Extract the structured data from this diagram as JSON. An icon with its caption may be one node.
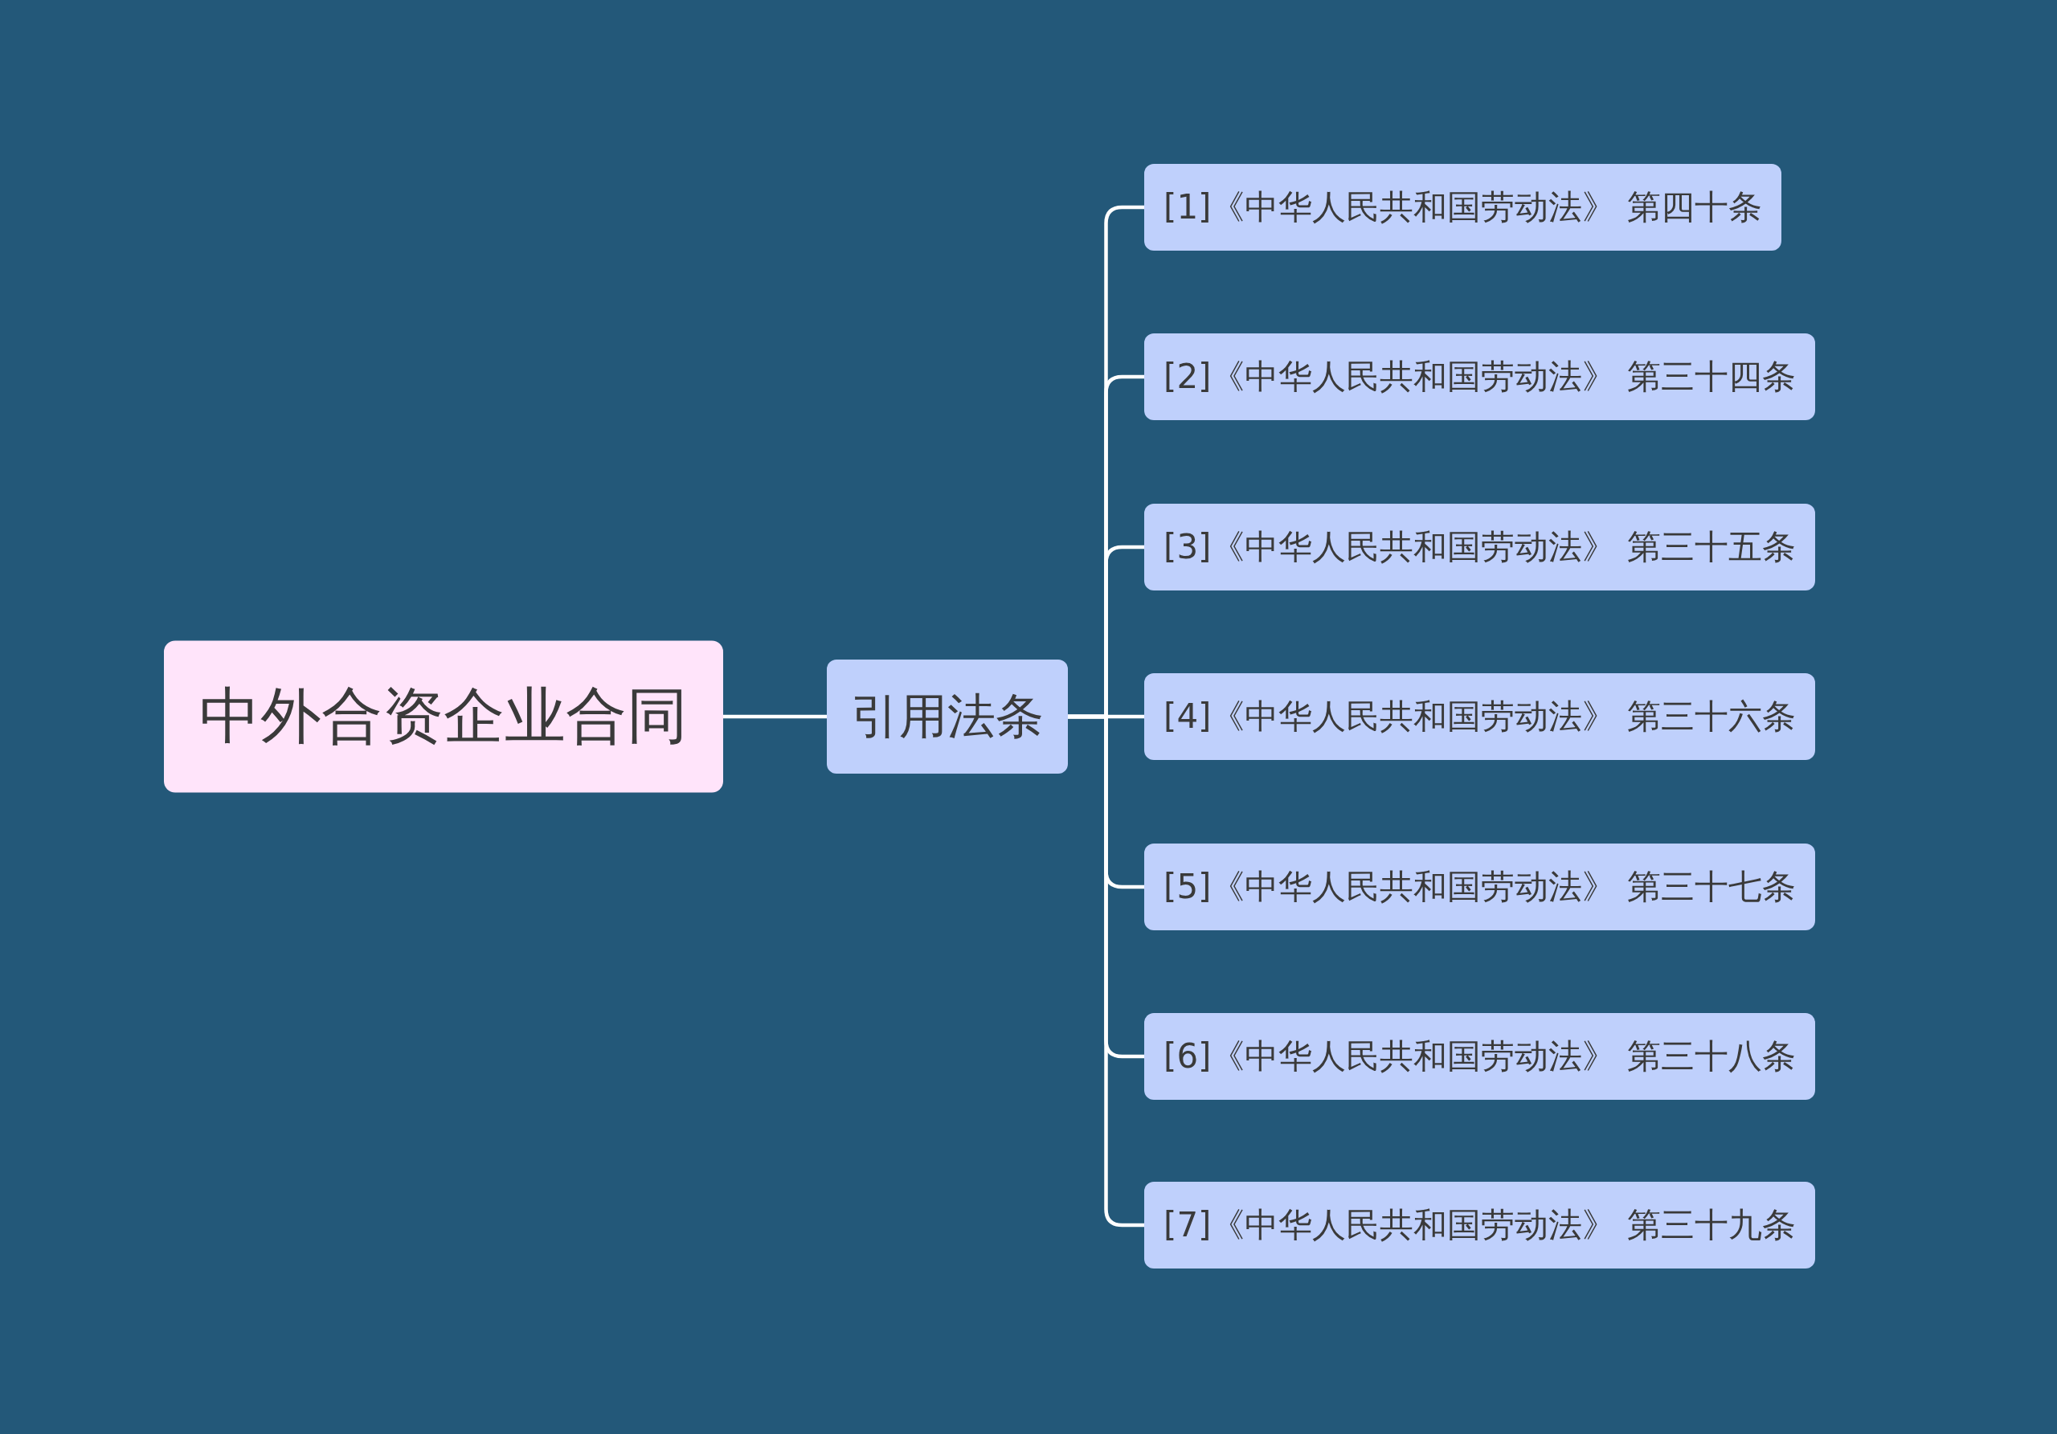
{
  "diagram": {
    "nodes": [
      {
        "text": [
          "中外合资企业合同"
        ]
      },
      {
        "text": [
          "引用法条"
        ]
      },
      {
        "text": [
          "[1]《中华人民共和国劳动法》 第四十条"
        ]
      },
      {
        "text": [
          "[2]《中华人民共和国劳动法》 第三十四条"
        ]
      },
      {
        "text": [
          "[3]《中华人民共和国劳动法》 第三十五条"
        ]
      },
      {
        "text": [
          "[4]《中华人民共和国劳动法》 第三十六条"
        ]
      },
      {
        "text": [
          "[5]《中华人民共和国劳动法》 第三十七条"
        ]
      },
      {
        "text": [
          "[6]《中华人民共和国劳动法》 第三十八条"
        ]
      },
      {
        "text": [
          "[7]《中华人民共和国劳动法》 第三十九条"
        ]
      }
    ],
    "edges": [
      {
        "from": 0,
        "to": 1,
        "arrow": "none"
      },
      {
        "from": 1,
        "to": 2,
        "arrow": "none"
      },
      {
        "from": 1,
        "to": 3,
        "arrow": "none"
      },
      {
        "from": 1,
        "to": 4,
        "arrow": "none"
      },
      {
        "from": 1,
        "to": 5,
        "arrow": "none"
      },
      {
        "from": 1,
        "to": 6,
        "arrow": "none"
      },
      {
        "from": 1,
        "to": 7,
        "arrow": "none"
      },
      {
        "from": 1,
        "to": 8,
        "arrow": "none"
      }
    ]
  }
}
